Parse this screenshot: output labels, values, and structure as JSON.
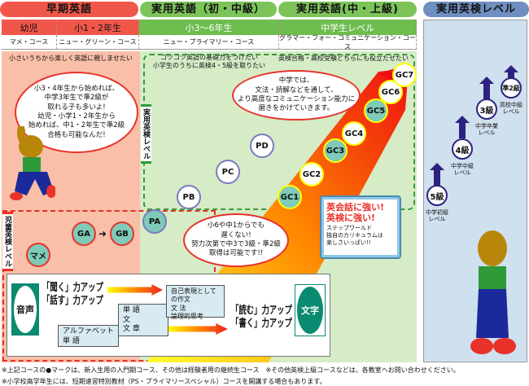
{
  "headers": {
    "early": "早期英語",
    "practical_basic": "実用英語（初・中級）",
    "practical_adv": "実用英語(中・上級)",
    "eiken": "実用英検レベル"
  },
  "levels": [
    {
      "label": "幼児",
      "course": "マメ・コース"
    },
    {
      "label": "小1・2年生",
      "course": "ニュー・グリーン・コース"
    },
    {
      "label": "小3～6年生",
      "course": "ニュー・プライマリー・コース"
    },
    {
      "label": "中学生レベル",
      "course": "グラマー・フォー・コミュニケーション・コース"
    }
  ],
  "goals": {
    "early": "小さいうちから楽しく英語に親しませたい",
    "basic": "コツコツ英語の基礎力をつけたい\n小学生のうちに英検4・5級を取りたい",
    "adv": "英検合格・高校受験どちらにも役立たせたい"
  },
  "vertical_labels": {
    "practical": "実用英検レベル",
    "child": "児童英検レベル"
  },
  "courses": {
    "early": [
      "マメ",
      "GA",
      "GB"
    ],
    "primary": [
      "PA",
      "PB",
      "PC",
      "PD"
    ],
    "gc": [
      "GC1",
      "GC2",
      "GC3",
      "GC4",
      "GC5",
      "GC6",
      "GC7"
    ]
  },
  "bubbles": {
    "rabbit": "小3・4年生から始めれば、\n中学3年生で準2級が\n取れる子も多いよ!\n幼児・小学1・2年生から\n始めれば、中1・2年生で準2級\n合格も可能なんだ!",
    "junior": "中学では、\n文法・読解などを通して、\nより高度なコミュニケーション能力に\n磨きをかけていきます。",
    "late": "小6や中1からでも\n遅くない!\n努力次第で中3で3級・準2級\n取得は可能です!!"
  },
  "book": {
    "title": "英会話に強い!\n英検に強い!",
    "text": "ステップワールド\n独自のカリキュラムは\n楽しさいっぱい!!"
  },
  "skills": {
    "voice": "音声",
    "letters": "文字",
    "listen_speak": "「聞く」力アップ\n「話す」力アップ",
    "read_write": "「読む」力アップ\n「書く」力アップ",
    "step1": "アルファベット\n単 語",
    "step2": "単 語\n文\n文 章",
    "step3": "自己表現としての作文\n文 法\n論理的思考"
  },
  "eiken_grades": [
    {
      "grade": "5級",
      "level": "中学初級\nレベル"
    },
    {
      "grade": "4級",
      "level": "中学中級\nレベル"
    },
    {
      "grade": "3級",
      "level": "中学卒業\nレベル"
    },
    {
      "grade": "準2級",
      "level": "高校中級\nレベル"
    }
  ],
  "footnotes": [
    "※上記コースの●マークは、新入生用の入門期コース、その他は経験者用の継続生コース　※その他英検上級コースなどは、各教室へお問い合わせください。",
    "※小学校高学年生には、短期速習特別教材（PS・プライマリースペシャル）コースを開講する場合もあります。"
  ],
  "colors": {
    "red": "#f0574a",
    "green": "#6dbd4f",
    "blue": "#6e8fc0",
    "intro_course": "#7fcab8"
  }
}
